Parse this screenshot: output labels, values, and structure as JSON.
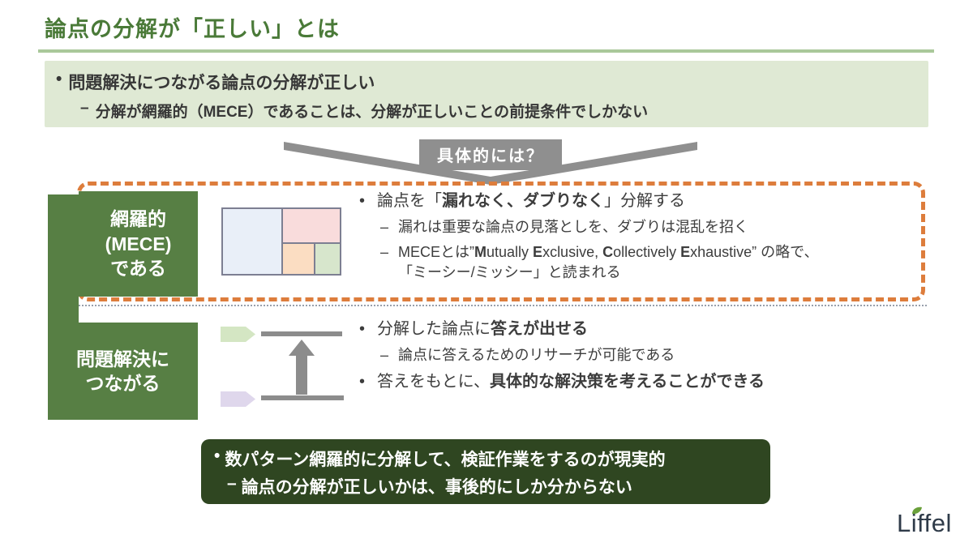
{
  "title": "論点の分解が「正しい」とは",
  "summary_panel": {
    "line1": {
      "m": "•",
      "text": "問題解決につながる論点の分解が正しい"
    },
    "line2": {
      "m": "–",
      "text": "分解が網羅的（MECE）であることは、分解が正しいことの前提条件でしかない"
    }
  },
  "connector_label": "具体的には？",
  "rows": [
    {
      "label_lines": [
        "網羅的",
        "(MECE)",
        "である"
      ],
      "bullets": [
        {
          "m": "•",
          "segments": [
            {
              "t": "論点を「"
            },
            {
              "t": "漏れなく、ダブりなく",
              "b": true
            },
            {
              "t": "」分解する"
            }
          ]
        },
        {
          "m": "–",
          "segments": [
            {
              "t": "漏れは重要な論点の見落としを、ダブりは混乱を招く"
            }
          ]
        },
        {
          "m": "–",
          "segments": [
            {
              "t": "MECEとは”"
            },
            {
              "t": "M",
              "b": true
            },
            {
              "t": "utually "
            },
            {
              "t": "E",
              "b": true
            },
            {
              "t": "xclusive, "
            },
            {
              "t": "C",
              "b": true
            },
            {
              "t": "ollectively "
            },
            {
              "t": "E",
              "b": true
            },
            {
              "t": "xhaustive” の略で、\n「ミーシー/ミッシー」と読まれる"
            }
          ]
        }
      ]
    },
    {
      "label_lines": [
        "問題解決に",
        "つながる"
      ],
      "bullets": [
        {
          "m": "•",
          "segments": [
            {
              "t": "分解した論点に"
            },
            {
              "t": "答えが出せる",
              "b": true
            }
          ]
        },
        {
          "m": "–",
          "segments": [
            {
              "t": "論点に答えるためのリサーチが可能である"
            }
          ]
        },
        {
          "m": "•",
          "segments": [
            {
              "t": "答えをもとに、"
            },
            {
              "t": "具体的な解決策を考えることができる",
              "b": true
            }
          ]
        }
      ]
    }
  ],
  "footer_box": {
    "line1": {
      "m": "•",
      "text": "数パターン網羅的に分解して、検証作業をするのが現実的"
    },
    "line2": {
      "m": "–",
      "text": "論点の分解が正しいかは、事後的にしか分からない"
    }
  },
  "logo_text": "Liffel",
  "icons": {
    "down-chevron-banner": "gray downward chevron band",
    "mece-matrix-diagram": "rectangle split into MECE cells",
    "upward-arrow-diagram": "arrow from sub-issue bar up to issue bar",
    "leaf-icon": "green leaf over logo i"
  },
  "colors": {
    "title_green": "#4a7a38",
    "underline_green": "#aac89a",
    "panel_bg": "#dfe9d4",
    "box_green": "#577f44",
    "footer_green": "#2f4621",
    "accent_orange": "#dd7d3c",
    "connector_gray": "#8f8f8f",
    "body_text": "#3d3d3d",
    "mece_blue": "#e9eff8",
    "mece_pink": "#f9dcdc",
    "mece_peach": "#fbddc2",
    "mece_green": "#d7e6cc",
    "logo_navy": "#2f3b49",
    "logo_leaf": "#6aa03a"
  }
}
